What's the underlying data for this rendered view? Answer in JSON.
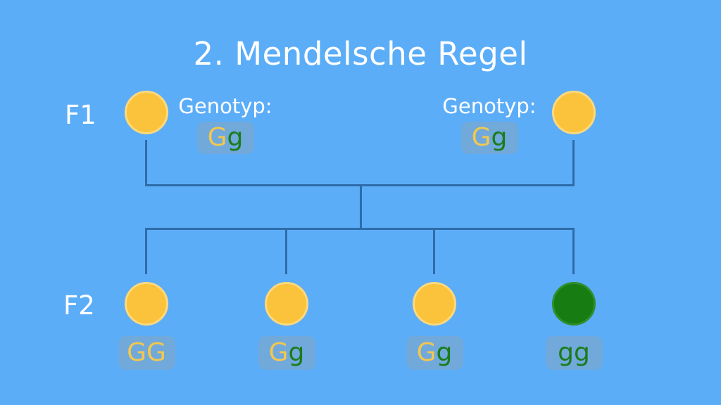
{
  "title": "2. Mendelsche Regel",
  "colors": {
    "background": "#5BADF8",
    "line": "#2E6CA9",
    "badge_background": "#71A9DB",
    "phenotype_yellow": "#FBC33C",
    "phenotype_yellow_border": "#FDD97C",
    "phenotype_green": "#177C12",
    "phenotype_green_border": "#2F8F2B",
    "allele_yellow": "#F2C84E",
    "allele_green": "#1B7C1B",
    "text_white": "#FFFFFF"
  },
  "generations": {
    "f1": {
      "label": "F1",
      "parents": [
        {
          "phenotype": "yellow",
          "circle_cls": "circle circle-yellow",
          "genotype_caption": "Genotyp:",
          "genotype": "Gg",
          "alleles": [
            {
              "char": "G",
              "cls": "allele allele-yellow"
            },
            {
              "char": "g",
              "cls": "allele allele-green"
            }
          ]
        },
        {
          "phenotype": "yellow",
          "circle_cls": "circle circle-yellow",
          "genotype_caption": "Genotyp:",
          "genotype": "Gg",
          "alleles": [
            {
              "char": "G",
              "cls": "allele allele-yellow"
            },
            {
              "char": "g",
              "cls": "allele allele-green"
            }
          ]
        }
      ]
    },
    "f2": {
      "label": "F2",
      "offspring": [
        {
          "phenotype": "yellow",
          "circle_cls": "circle circle-yellow",
          "genotype": "GG",
          "alleles": [
            {
              "char": "G",
              "cls": "allele allele-yellow"
            },
            {
              "char": "G",
              "cls": "allele allele-yellow"
            }
          ]
        },
        {
          "phenotype": "yellow",
          "circle_cls": "circle circle-yellow",
          "genotype": "Gg",
          "alleles": [
            {
              "char": "G",
              "cls": "allele allele-yellow"
            },
            {
              "char": "g",
              "cls": "allele allele-green"
            }
          ]
        },
        {
          "phenotype": "yellow",
          "circle_cls": "circle circle-yellow",
          "genotype": "Gg",
          "alleles": [
            {
              "char": "G",
              "cls": "allele allele-yellow"
            },
            {
              "char": "g",
              "cls": "allele allele-green"
            }
          ]
        },
        {
          "phenotype": "green",
          "circle_cls": "circle circle-green",
          "genotype": "gg",
          "alleles": [
            {
              "char": "g",
              "cls": "allele allele-green"
            },
            {
              "char": "g",
              "cls": "allele allele-green"
            }
          ]
        }
      ]
    }
  }
}
